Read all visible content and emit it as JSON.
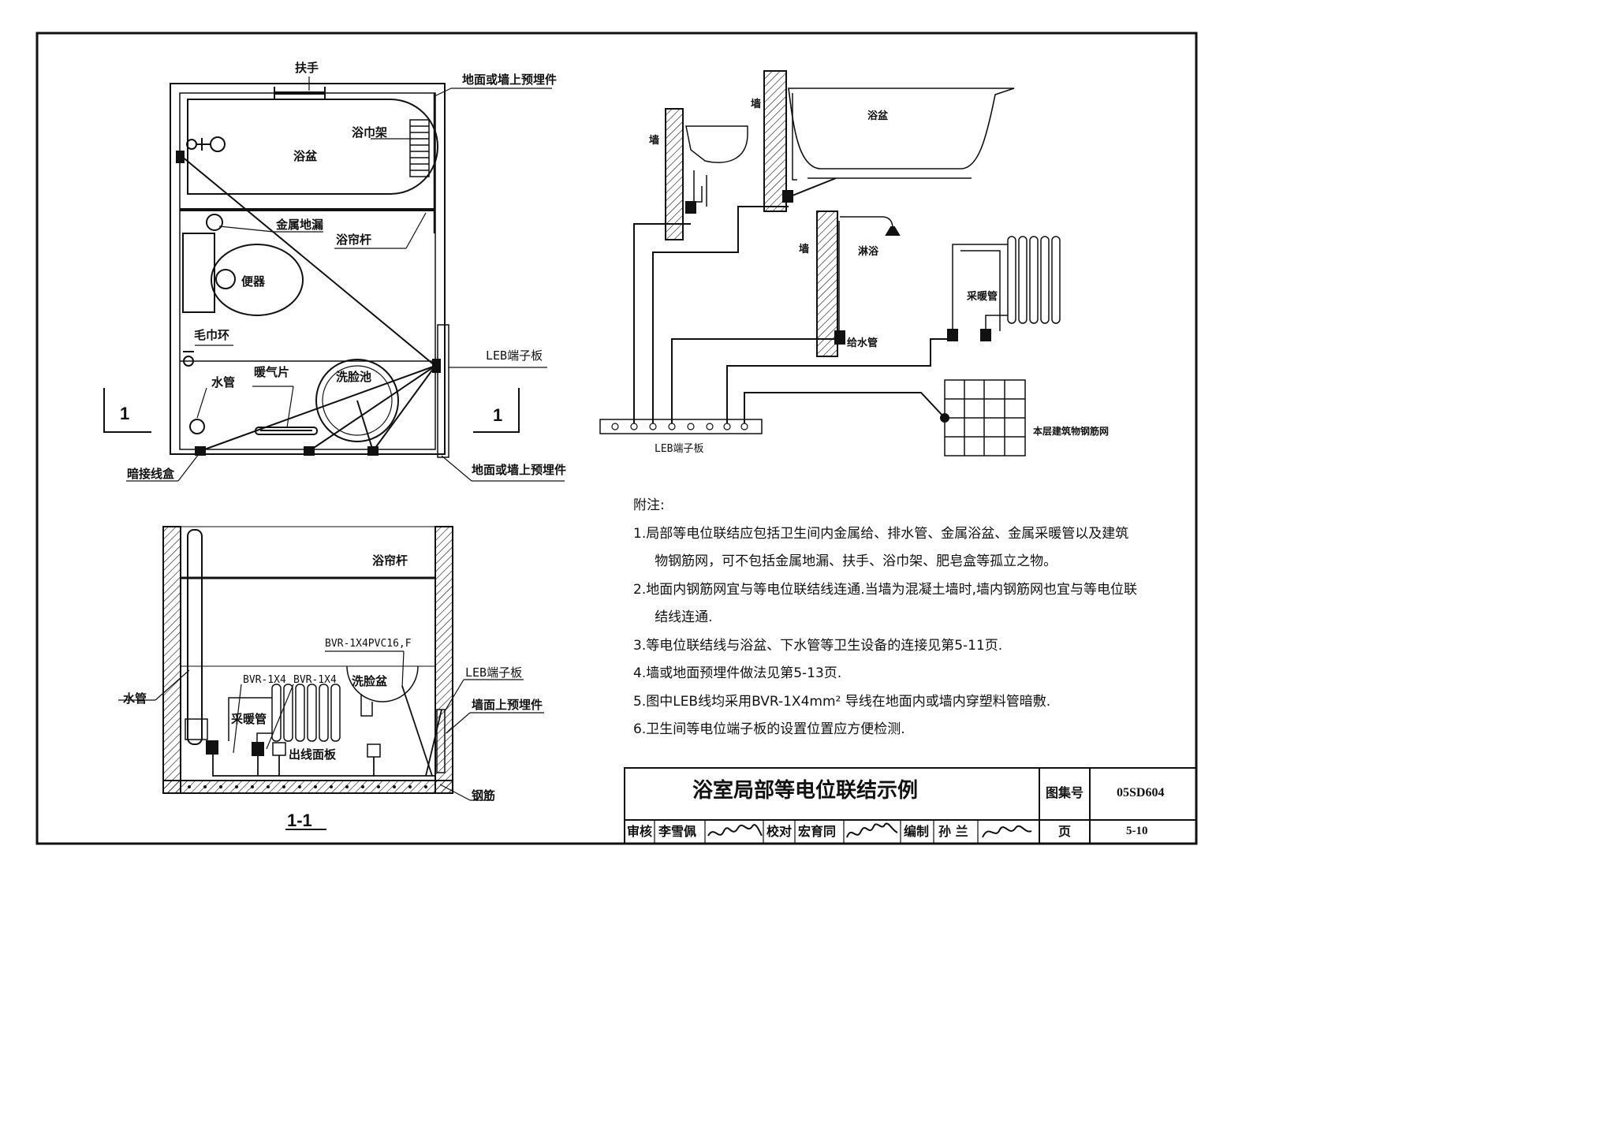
{
  "plan": {
    "handrail": "扶手",
    "embed_top": "地面或墙上预埋件",
    "towel_rack": "浴巾架",
    "bathtub": "浴盆",
    "floor_drain": "金属地漏",
    "curtain_rod": "浴帘杆",
    "toilet": "便器",
    "towel_ring": "毛巾环",
    "leb_board": "LEB端子板",
    "water_pipe": "水管",
    "radiator": "暖气片",
    "washbasin": "洗脸池",
    "junction_box": "暗接线盒",
    "embed_bottom": "地面或墙上预埋件",
    "section_mark_left": "1",
    "section_mark_right": "1"
  },
  "section": {
    "title": "1-1",
    "curtain_rod": "浴帘杆",
    "cable_main": "BVR-1X4PVC16,F",
    "cable_a": "BVR-1X4",
    "cable_b": "BVR-1X4",
    "washbasin": "洗脸盆",
    "leb_board": "LEB端子板",
    "wall_embed": "墙面上预埋件",
    "water_pipe": "水管",
    "heating_pipe": "采暖管",
    "outlet_panel": "出线面板",
    "rebar": "钢筋"
  },
  "detail": {
    "wall_1": "墙",
    "wall_2": "墙",
    "wall_3": "墙",
    "bathtub": "浴盆",
    "shower": "淋浴",
    "heating_pipe": "采暖管",
    "supply_pipe": "给水管",
    "leb_board": "LEB端子板",
    "rebar_mesh": "本层建筑物钢筋网"
  },
  "notes": {
    "heading": "附注:",
    "items": [
      "1.局部等电位联结应包括卫生间内金属给、排水管、金属浴盆、金属采暖管以及建筑物钢筋网，可不包括金属地漏、扶手、浴巾架、肥皂盒等孤立之物。",
      "2.地面内钢筋网宜与等电位联结线连通.当墙为混凝土墙时,墙内钢筋网也宜与等电位联结线连通.",
      "3.等电位联结线与浴盆、下水管等卫生设备的连接见第5-11页.",
      "4.墙或地面预埋件做法见第5-13页.",
      "5.图中LEB线均采用BVR-1X4mm² 导线在地面内或墙内穿塑料管暗敷.",
      "6.卫生间等电位端子板的设置位置应方便检测."
    ]
  },
  "title_block": {
    "title": "浴室局部等电位联结示例",
    "atlas_label": "图集号",
    "atlas_no": "05SD604",
    "review_label": "审核",
    "reviewer": "李雪佩",
    "check_label": "校对",
    "checker": "宏育同",
    "compile_label": "编制",
    "compiler": "孙 兰",
    "page_label": "页",
    "page_no": "5-10"
  }
}
